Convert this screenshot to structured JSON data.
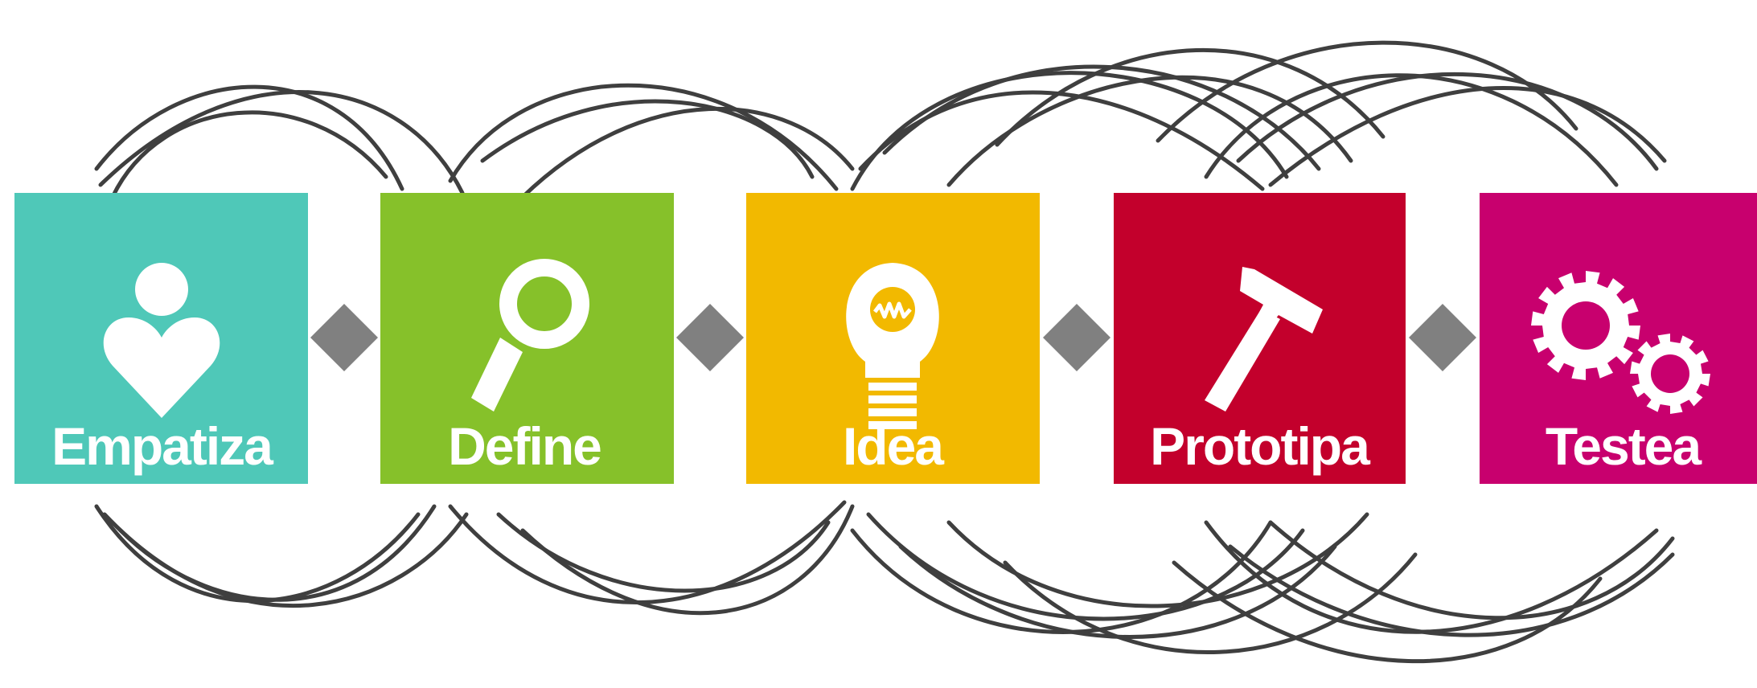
{
  "colors": {
    "empatiza": "#4FC8B8",
    "define": "#86C12A",
    "idea": "#F2B900",
    "prototipa": "#C3002C",
    "testea": "#C8006E",
    "connector": "#808080",
    "curves": "#3F3F3F",
    "label": "#FFFFFF"
  },
  "stages": [
    {
      "id": "empatiza",
      "label": "Empatiza",
      "icon": "person-heart-icon"
    },
    {
      "id": "define",
      "label": "Define",
      "icon": "magnifier-icon"
    },
    {
      "id": "idea",
      "label": "Idea",
      "icon": "lightbulb-icon"
    },
    {
      "id": "prototipa",
      "label": "Prototipa",
      "icon": "hammer-icon"
    },
    {
      "id": "testea",
      "label": "Testea",
      "icon": "gears-icon"
    }
  ]
}
